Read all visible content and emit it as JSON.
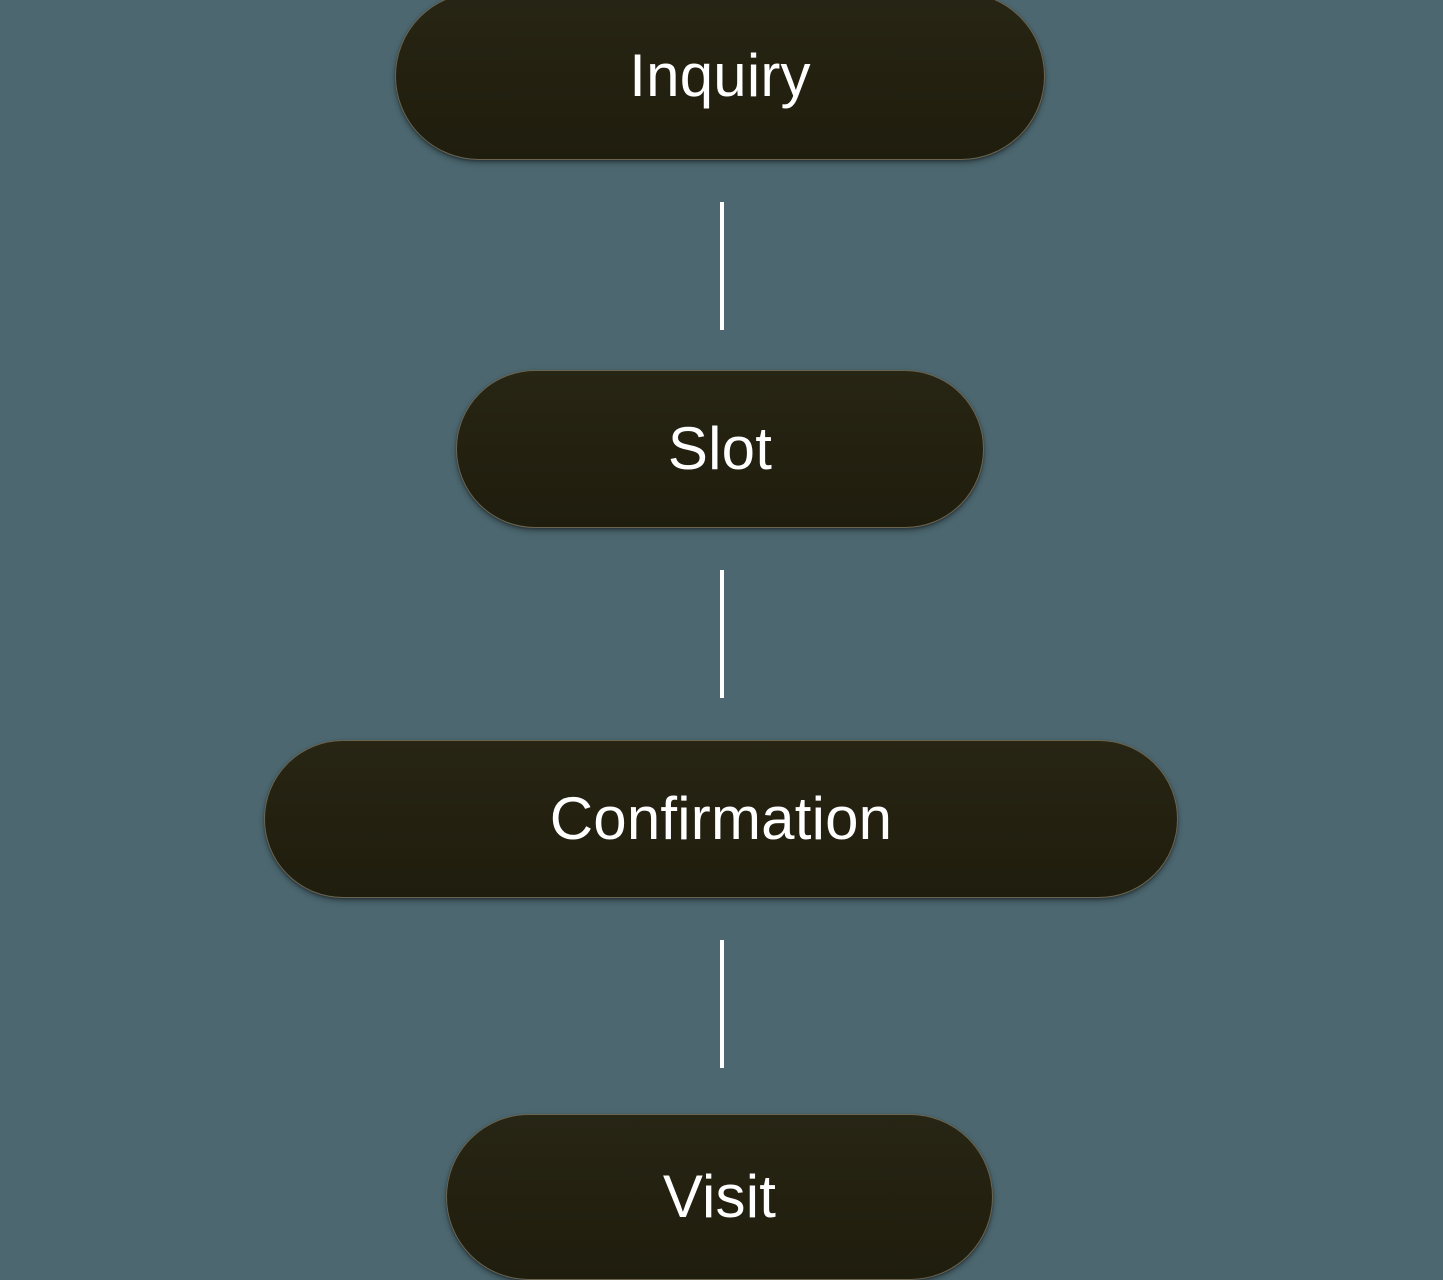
{
  "diagram": {
    "type": "flowchart",
    "orientation": "vertical-top-to-bottom",
    "background_color": "#4c6770",
    "node_fill_color": "#24220f",
    "node_border_color": "#6b6550",
    "node_text_color": "#ffffff",
    "edge_color": "#ffffff",
    "nodes": [
      {
        "id": "inquiry",
        "label": "Inquiry"
      },
      {
        "id": "slot",
        "label": "Slot"
      },
      {
        "id": "confirmation",
        "label": "Confirmation"
      },
      {
        "id": "visit",
        "label": "Visit"
      }
    ],
    "edges": [
      {
        "id": "inquiry-slot",
        "from": "Inquiry",
        "to": "Slot",
        "label": ""
      },
      {
        "id": "slot-confirmation",
        "from": "Slot",
        "to": "Confirmation",
        "label": ""
      },
      {
        "id": "confirmation-visit",
        "from": "Confirmation",
        "to": "Visit",
        "label": ""
      }
    ]
  }
}
